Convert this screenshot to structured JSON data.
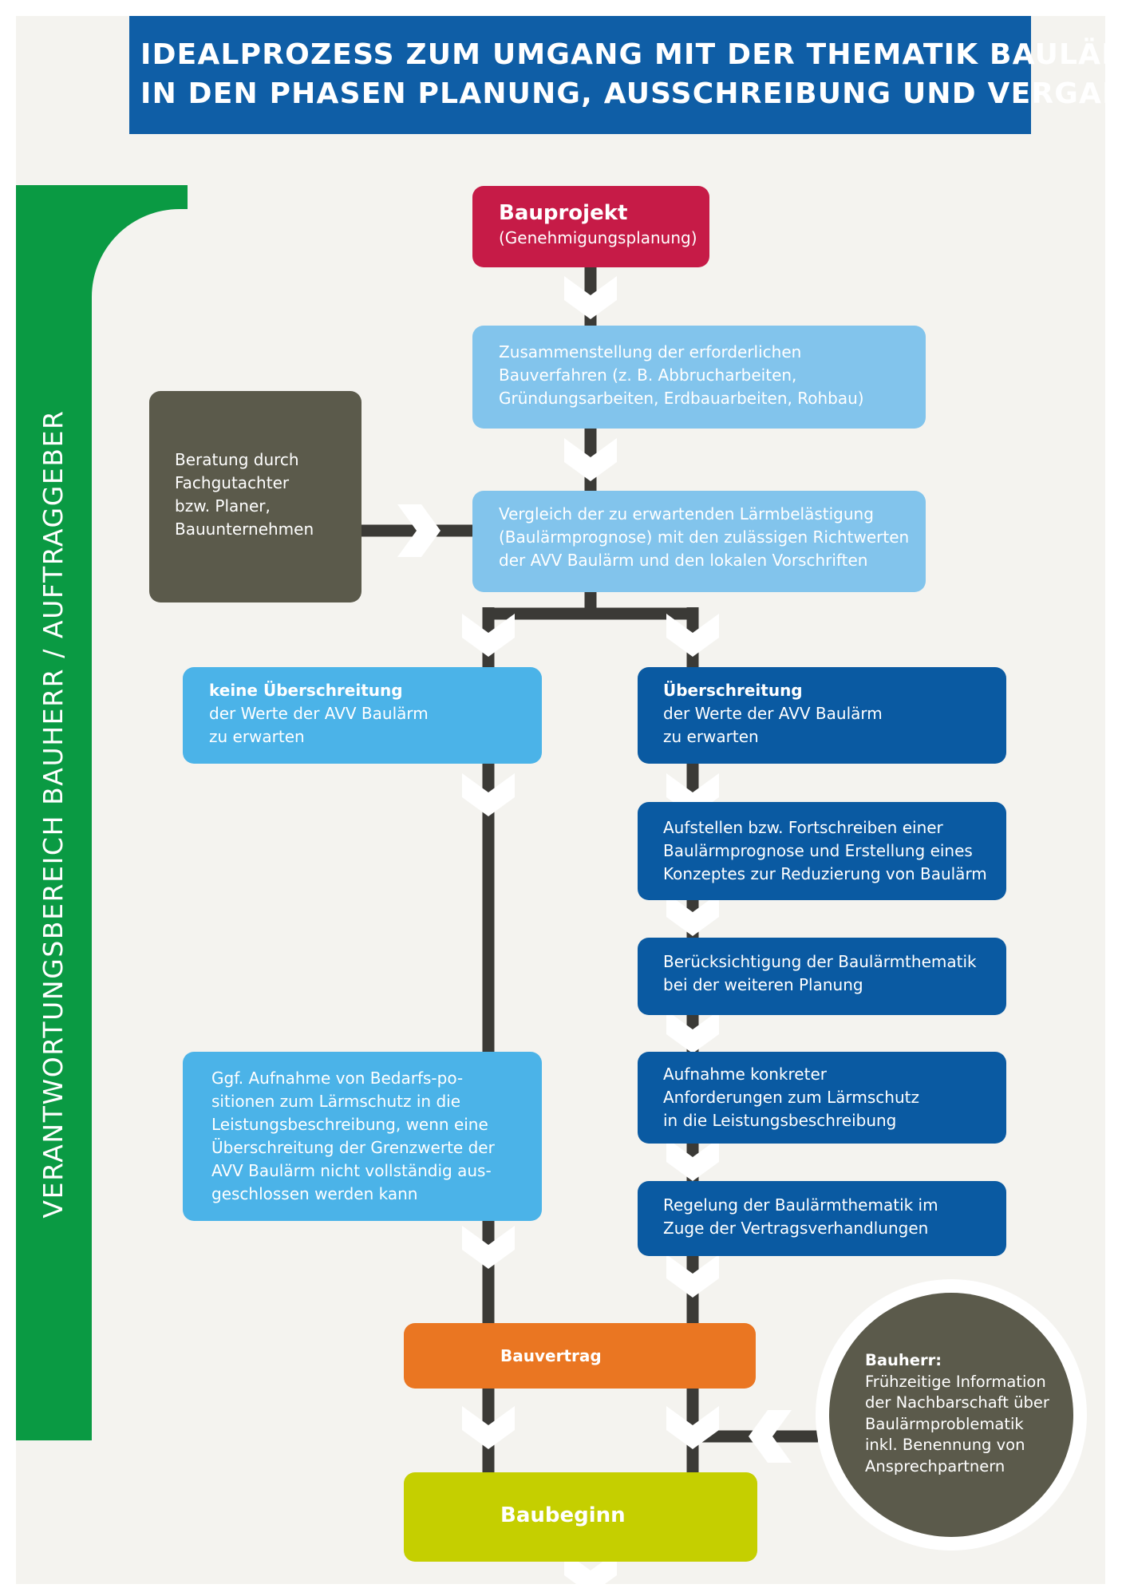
{
  "title": {
    "line1": "IDEALPROZESS ZUM UMGANG MIT DER THEMATIK BAULÄRM",
    "line2": "IN DEN PHASEN PLANUNG, AUSSCHREIBUNG UND VERGABE"
  },
  "side_label": "VERANTWORTUNGSBEREICH BAUHERR / AUFTRAGGEBER",
  "nodes": {
    "bauprojekt": {
      "title": "Bauprojekt",
      "subtitle": "(Genehmigungsplanung)"
    },
    "zusammenstellung": {
      "lines": [
        "Zusammenstellung der erforderlichen",
        "Bauverfahren (z. B. Abbrucharbeiten,",
        "Gründungsarbeiten, Erdbauarbeiten, Rohbau)"
      ]
    },
    "beratung": {
      "lines": [
        "Beratung durch",
        "Fachgutachter",
        "bzw. Planer,",
        "Bauunternehmen"
      ]
    },
    "vergleich": {
      "lines": [
        "Vergleich der zu erwartenden Lärmbelästigung",
        "(Baulärmprognose) mit den zulässigen Richtwerten",
        "der AVV Baulärm und den lokalen Vorschriften"
      ]
    },
    "keine_ueberschreitung": {
      "title": "keine Überschreitung",
      "lines": [
        "der Werte der AVV Baulärm",
        "zu erwarten"
      ]
    },
    "ueberschreitung": {
      "title": "Überschreitung",
      "lines": [
        "der Werte der AVV Baulärm",
        "zu erwarten"
      ]
    },
    "aufstellen": {
      "lines": [
        "Aufstellen bzw. Fortschreiben einer",
        "Baulärmprognose und Erstellung eines",
        "Konzeptes zur Reduzierung von Baulärm"
      ]
    },
    "beruecksichtigung": {
      "lines": [
        "Berücksichtigung der Baulärmthematik",
        "bei der weiteren Planung"
      ]
    },
    "aufnahme_konkret": {
      "lines": [
        "Aufnahme konkreter",
        "Anforderungen zum Lärmschutz",
        "in die Leistungsbeschreibung"
      ]
    },
    "ggf_aufnahme": {
      "lines": [
        "Ggf. Aufnahme von Bedarfs-po-",
        "sitionen zum Lärmschutz in die",
        "Leistungsbeschreibung, wenn eine",
        "Überschreitung der Grenzwerte der",
        "AVV Baulärm nicht vollständig aus-",
        "geschlossen werden kann"
      ]
    },
    "regelung": {
      "lines": [
        "Regelung der Baulärmthematik im",
        "Zuge der Vertragsverhandlungen"
      ]
    },
    "bauvertrag": {
      "title": "Bauvertrag"
    },
    "baubeginn": {
      "title": "Baubeginn"
    },
    "bauherr_info": {
      "title": "Bauherr:",
      "lines": [
        "Frühzeitige Information",
        "der Nachbarschaft über",
        "Baulärmproblematik",
        "inkl. Benennung von",
        "Ansprechpartnern"
      ]
    }
  },
  "colors": {
    "title_bar": "#0f5ea6",
    "side_bracket": "#0a9a43",
    "panel": "#f4f3ef",
    "connector": "#3b3a36",
    "bauprojekt": "#c61b47",
    "light_blue_1": "#82c4ec",
    "light_blue_2": "#4bb3e8",
    "dark_blue": "#0a5aa2",
    "gray": "#5b5a4b",
    "orange": "#ea7622",
    "lime": "#c5cf00"
  }
}
